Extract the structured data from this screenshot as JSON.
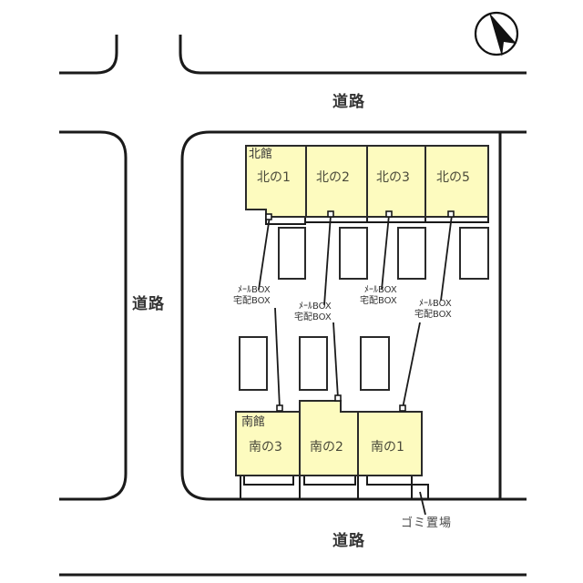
{
  "diagram": {
    "type": "site-layout-map",
    "compass": {
      "icon": "north-arrow-icon",
      "direction": "north-northwest"
    },
    "roads": {
      "north": {
        "label": "道路"
      },
      "west": {
        "label": "道路"
      },
      "south": {
        "label": "道路"
      }
    },
    "north_building": {
      "label": "北館",
      "units": [
        {
          "label": "北の1"
        },
        {
          "label": "北の2"
        },
        {
          "label": "北の3"
        },
        {
          "label": "北の5"
        }
      ]
    },
    "south_building": {
      "label": "南館",
      "units": [
        {
          "label": "南の3"
        },
        {
          "label": "南の2"
        },
        {
          "label": "南の1"
        }
      ]
    },
    "mailbox_labels": [
      {
        "line1": "ﾒｰﾙBOX",
        "line2": "宅配BOX"
      },
      {
        "line1": "ﾒｰﾙBOX",
        "line2": "宅配BOX"
      },
      {
        "line1": "ﾒｰﾙBOX",
        "line2": "宅配BOX"
      },
      {
        "line1": "ﾒｰﾙBOX",
        "line2": "宅配BOX"
      }
    ],
    "garbage": {
      "label": "ゴミ置場"
    },
    "colors": {
      "building_fill": "#fdfbbf",
      "line": "#1a1a1a",
      "background": "#ffffff"
    }
  }
}
